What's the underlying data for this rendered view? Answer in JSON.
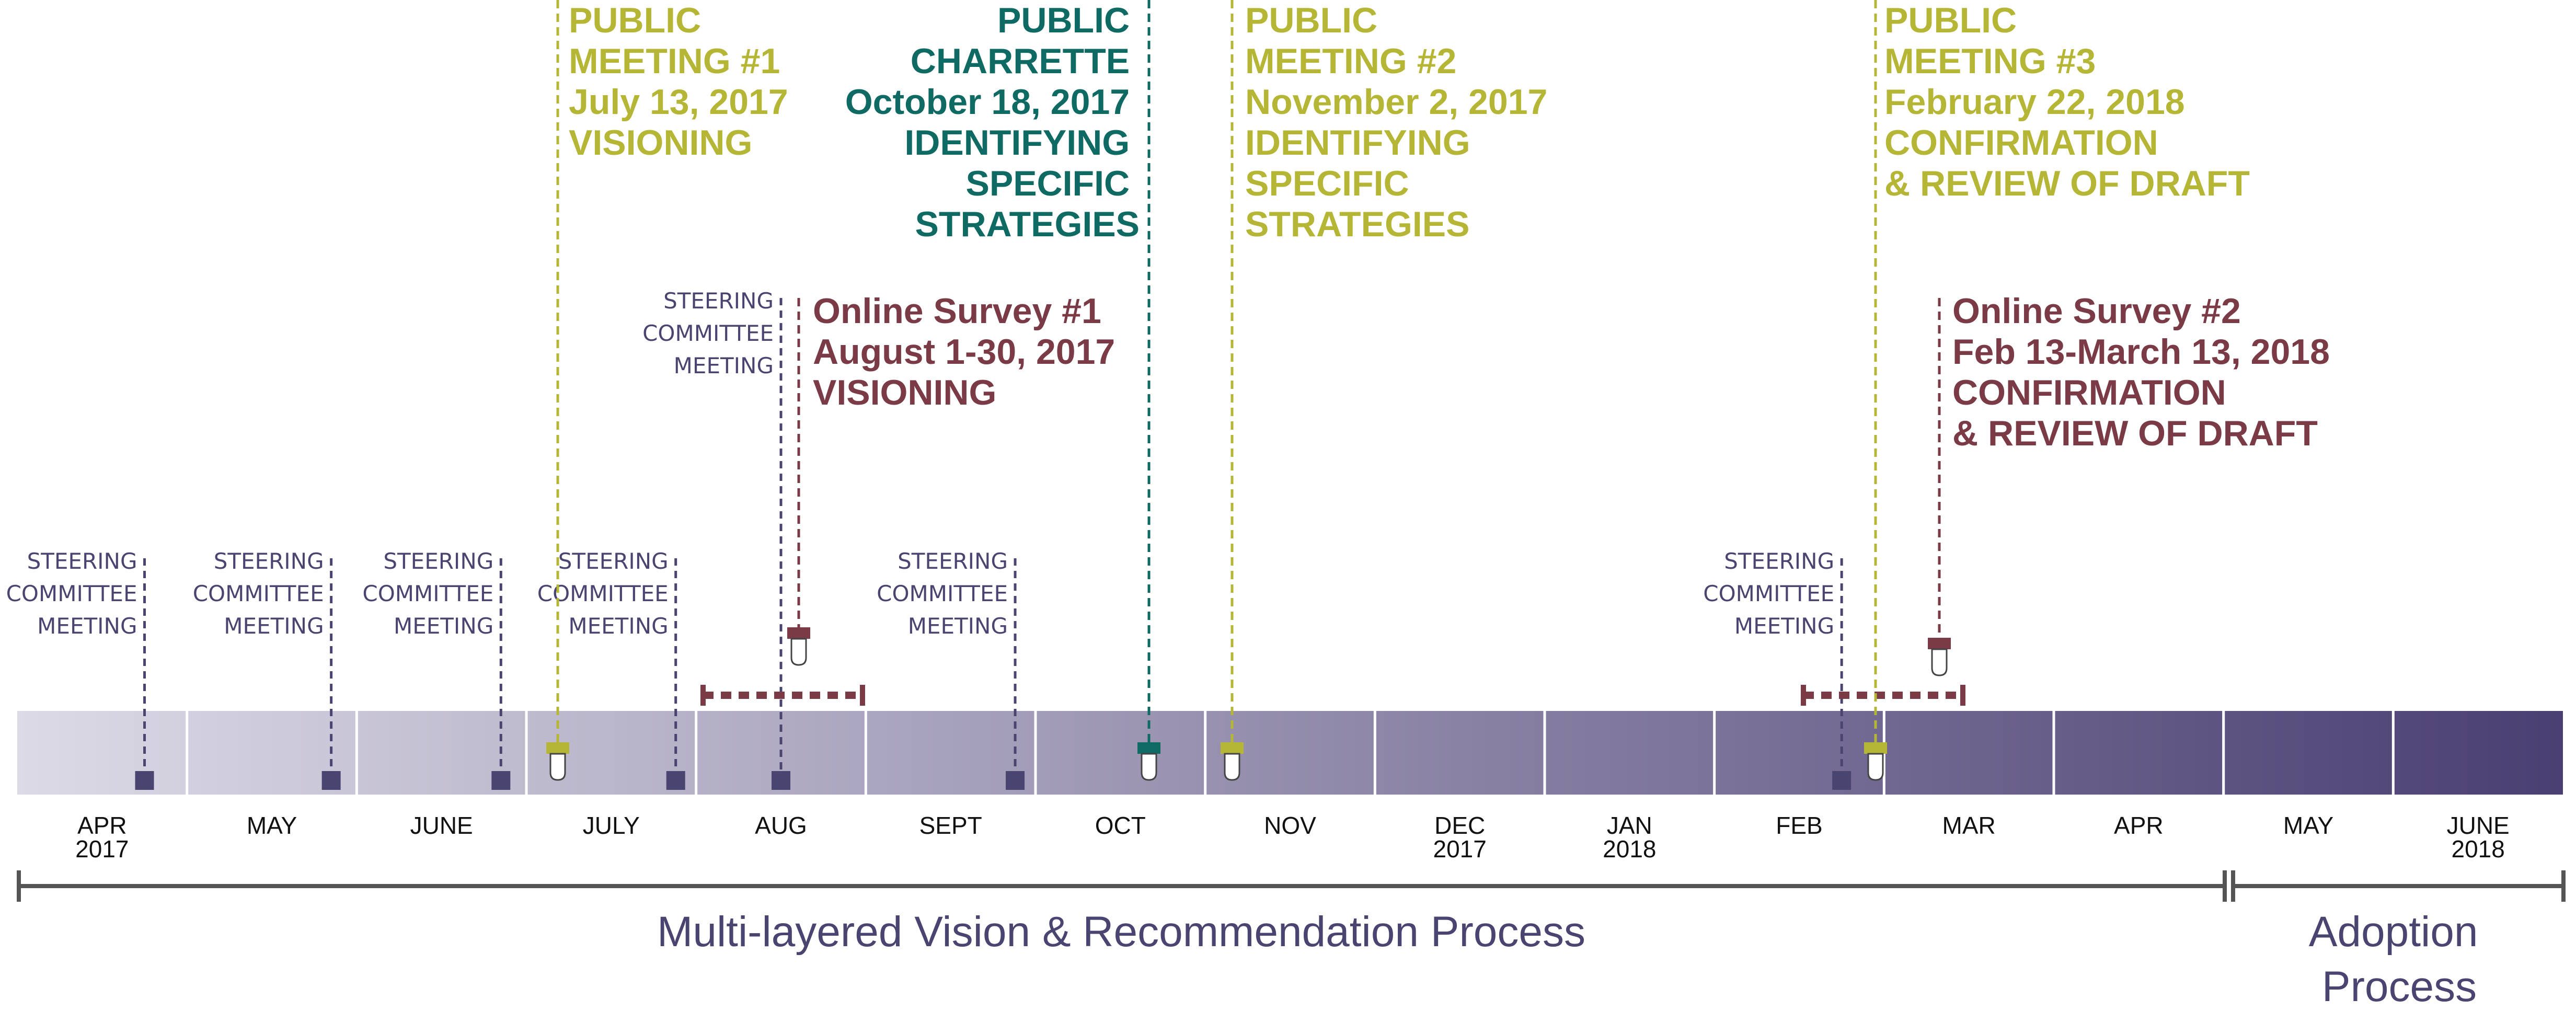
{
  "months": [
    {
      "name": "APR",
      "year": "2017"
    },
    {
      "name": "MAY",
      "year": ""
    },
    {
      "name": "JUNE",
      "year": ""
    },
    {
      "name": "JULY",
      "year": ""
    },
    {
      "name": "AUG",
      "year": ""
    },
    {
      "name": "SEPT",
      "year": ""
    },
    {
      "name": "OCT",
      "year": ""
    },
    {
      "name": "NOV",
      "year": ""
    },
    {
      "name": "DEC",
      "year": "2017"
    },
    {
      "name": "JAN",
      "year": "2018"
    },
    {
      "name": "FEB",
      "year": ""
    },
    {
      "name": "MAR",
      "year": ""
    },
    {
      "name": "APR",
      "year": ""
    },
    {
      "name": "MAY",
      "year": ""
    },
    {
      "name": "JUNE",
      "year": "2018"
    }
  ],
  "steering_committee_label": [
    "STEERING",
    "COMMITTEE",
    "MEETING"
  ],
  "steering_meetings": [
    {
      "month_index": 0,
      "position": 0.75
    },
    {
      "month_index": 1,
      "position": 0.85
    },
    {
      "month_index": 2,
      "position": 0.85
    },
    {
      "month_index": 3,
      "position": 0.88
    },
    {
      "month_index": 4,
      "position": 0.5,
      "upper_label": true
    },
    {
      "month_index": 5,
      "position": 0.88
    },
    {
      "month_index": 10,
      "position": 0.75
    }
  ],
  "public_meetings": [
    {
      "id": "pm1",
      "color": "yellow",
      "month_index": 3,
      "position": 0.17,
      "lines": [
        "PUBLIC",
        "MEETING #1",
        "July 13, 2017",
        "VISIONING"
      ]
    },
    {
      "id": "charrette",
      "color": "teal",
      "month_index": 6,
      "position": 0.65,
      "lines": [
        "PUBLIC",
        "CHARRETTE",
        "October 18, 2017",
        "IDENTIFYING",
        "SPECIFIC",
        "STRATEGIES"
      ]
    },
    {
      "id": "pm2",
      "color": "yellow",
      "month_index": 7,
      "position": 0.13,
      "lines": [
        "PUBLIC",
        "MEETING #2",
        "November 2, 2017",
        "IDENTIFYING",
        "SPECIFIC",
        "STRATEGIES"
      ]
    },
    {
      "id": "pm3",
      "color": "yellow",
      "month_index": 10,
      "position": 0.9,
      "lines": [
        "PUBLIC",
        "MEETING #3",
        "February 22, 2018",
        "CONFIRMATION",
        "& REVIEW OF DRAFT"
      ]
    }
  ],
  "surveys": [
    {
      "id": "survey1",
      "lines": [
        "Online Survey #1",
        "August 1-30, 2017",
        "VISIONING"
      ]
    },
    {
      "id": "survey2",
      "lines": [
        "Online Survey #2",
        "Feb 13-March 13, 2018",
        "CONFIRMATION",
        "& REVIEW OF DRAFT"
      ]
    }
  ],
  "phases": [
    {
      "label": "Multi-layered Vision & Recommendation Process"
    },
    {
      "label_lines": [
        "Adoption",
        "Process"
      ]
    }
  ],
  "colors": {
    "yellow": "#b5b536",
    "teal": "#0e6a62",
    "maroon": "#7a3a46",
    "purple": "#4a4470",
    "bar_start": "#dcdae6",
    "bar_end": "#4a3f72"
  }
}
